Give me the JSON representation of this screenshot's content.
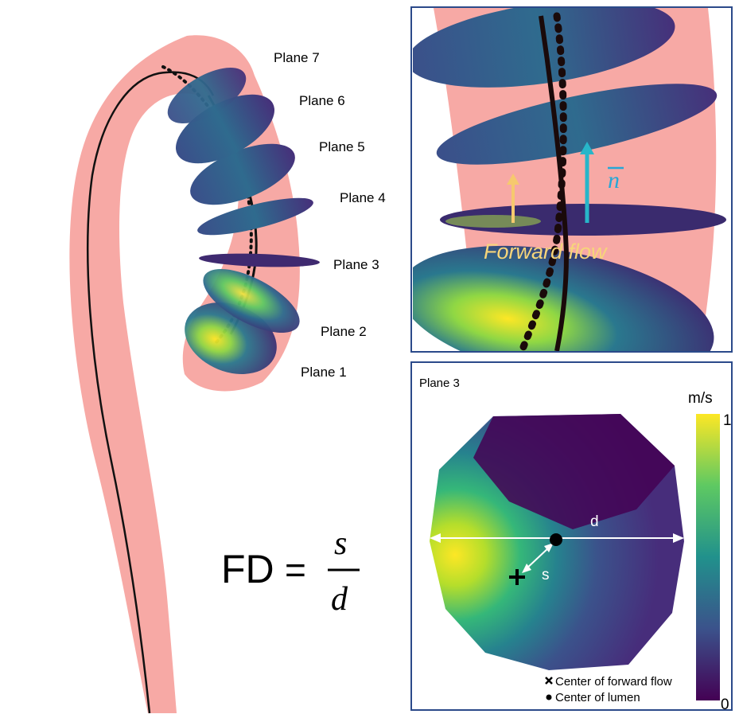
{
  "left_panel": {
    "plane_labels": [
      "Plane 7",
      "Plane 6",
      "Plane 5",
      "Plane 4",
      "Plane 3",
      "Plane 2",
      "Plane 1"
    ]
  },
  "zoom_panel": {
    "normal_label": "n",
    "forward_flow_label": "Forward flow"
  },
  "plane3_panel": {
    "title": "Plane 3",
    "colorbar": {
      "unit": "m/s",
      "max_label": "1",
      "min_label": "0"
    },
    "distance_label": "d",
    "offset_label": "s",
    "legend": {
      "forward_flow_center": "Center of forward flow",
      "lumen_center": "Center of lumen"
    }
  },
  "formula": {
    "lhs": "FD",
    "equals": "=",
    "numerator": "s",
    "denominator": "d"
  },
  "colors": {
    "vessel": "#f7a9a5",
    "border": "#2b4a8a",
    "viridis_low": "#440154",
    "viridis_mid": "#21918c",
    "viridis_high": "#fde725",
    "forward_arrow": "#f6c96e",
    "normal_arrow": "#27b6c9"
  }
}
